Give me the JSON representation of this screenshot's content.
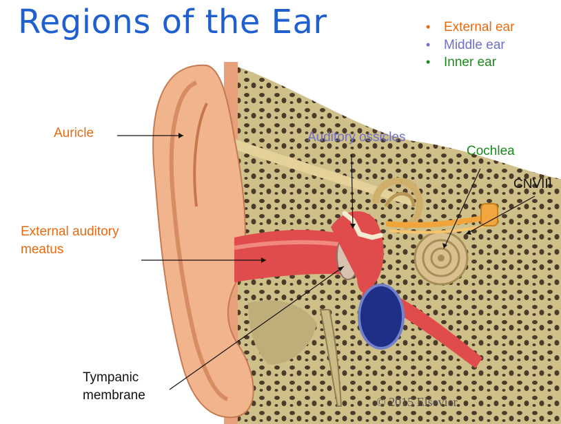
{
  "title": "Regions of the Ear",
  "legend": [
    {
      "label": "External ear",
      "color": "#e86a10"
    },
    {
      "label": "Middle ear",
      "color": "#6f6fc7"
    },
    {
      "label": "Inner ear",
      "color": "#1a8a1a"
    }
  ],
  "labels": {
    "auricle": "Auricle",
    "eam_line1": "External auditory",
    "eam_line2": "meatus",
    "ossicles": "Auditory ossicles",
    "cochlea": "Cochlea",
    "cnviii": "CNVIII",
    "tympanic_line1": "Tympanic",
    "tympanic_line2": "membrane"
  },
  "copyright": "© 2015 Elsevier"
}
